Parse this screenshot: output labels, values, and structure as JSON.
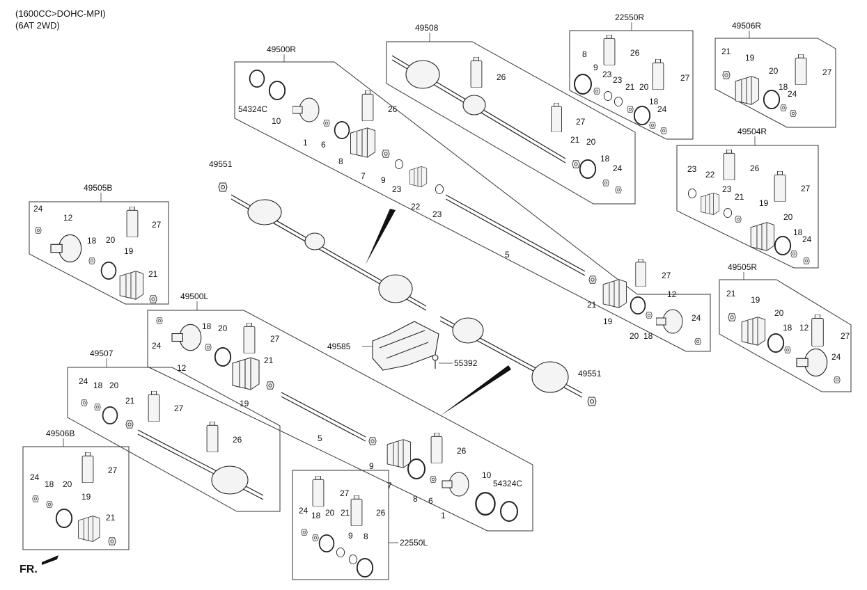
{
  "header": {
    "line1": "(1600CC>DOHC-MPI)",
    "line2": "(6AT 2WD)"
  },
  "direction_label": "FR.",
  "groups": {
    "49500R": "49500R",
    "49508": "49508",
    "22550R": "22550R",
    "49506R": "49506R",
    "49504R": "49504R",
    "49505B": "49505B",
    "49505R": "49505R",
    "49500L": "49500L",
    "49507": "49507",
    "49506B": "49506B",
    "22550L": "22550L"
  },
  "standalone": {
    "nut_top": "49551",
    "nut_bottom": "49551",
    "bracket": "49585",
    "bolt": "55392"
  },
  "labels": [
    {
      "id": "r_54324c",
      "text": "54324C"
    },
    {
      "id": "r_10",
      "text": "10"
    },
    {
      "id": "r_1",
      "text": "1"
    },
    {
      "id": "r_6",
      "text": "6"
    },
    {
      "id": "r_8",
      "text": "8"
    },
    {
      "id": "r_7",
      "text": "7"
    },
    {
      "id": "r_26",
      "text": "26"
    },
    {
      "id": "r_9",
      "text": "9"
    },
    {
      "id": "r_23a",
      "text": "23"
    },
    {
      "id": "r_22",
      "text": "22"
    },
    {
      "id": "r_23b",
      "text": "23"
    },
    {
      "id": "r_5",
      "text": "5"
    },
    {
      "id": "r_21",
      "text": "21"
    },
    {
      "id": "r_19",
      "text": "19"
    },
    {
      "id": "r_27",
      "text": "27"
    },
    {
      "id": "r_20",
      "text": "20"
    },
    {
      "id": "r_18",
      "text": "18"
    },
    {
      "id": "r_12",
      "text": "12"
    },
    {
      "id": "r_24",
      "text": "24"
    },
    {
      "id": "b8_26",
      "text": "26"
    },
    {
      "id": "b8_27",
      "text": "27"
    },
    {
      "id": "b8_21",
      "text": "21"
    },
    {
      "id": "b8_20",
      "text": "20"
    },
    {
      "id": "b8_18",
      "text": "18"
    },
    {
      "id": "b8_24",
      "text": "24"
    },
    {
      "id": "k_26",
      "text": "26"
    },
    {
      "id": "k_8",
      "text": "8"
    },
    {
      "id": "k_9",
      "text": "9"
    },
    {
      "id": "k_23a",
      "text": "23"
    },
    {
      "id": "k_23b",
      "text": "23"
    },
    {
      "id": "k_21",
      "text": "21"
    },
    {
      "id": "k_20",
      "text": "20"
    },
    {
      "id": "k_27",
      "text": "27"
    },
    {
      "id": "k_18",
      "text": "18"
    },
    {
      "id": "k_24",
      "text": "24"
    },
    {
      "id": "s6_21",
      "text": "21"
    },
    {
      "id": "s6_19",
      "text": "19"
    },
    {
      "id": "s6_20",
      "text": "20"
    },
    {
      "id": "s6_27",
      "text": "27"
    },
    {
      "id": "s6_18",
      "text": "18"
    },
    {
      "id": "s6_24",
      "text": "24"
    },
    {
      "id": "s4_23a",
      "text": "23"
    },
    {
      "id": "s4_22",
      "text": "22"
    },
    {
      "id": "s4_26",
      "text": "26"
    },
    {
      "id": "s4_23b",
      "text": "23"
    },
    {
      "id": "s4_21",
      "text": "21"
    },
    {
      "id": "s4_27",
      "text": "27"
    },
    {
      "id": "s4_19",
      "text": "19"
    },
    {
      "id": "s4_20",
      "text": "20"
    },
    {
      "id": "s4_18",
      "text": "18"
    },
    {
      "id": "s4_24",
      "text": "24"
    },
    {
      "id": "b5_24",
      "text": "24"
    },
    {
      "id": "b5_12",
      "text": "12"
    },
    {
      "id": "b5_27",
      "text": "27"
    },
    {
      "id": "b5_18",
      "text": "18"
    },
    {
      "id": "b5_20",
      "text": "20"
    },
    {
      "id": "b5_19",
      "text": "19"
    },
    {
      "id": "b5_21",
      "text": "21"
    },
    {
      "id": "rr_21",
      "text": "21"
    },
    {
      "id": "rr_19",
      "text": "19"
    },
    {
      "id": "rr_20",
      "text": "20"
    },
    {
      "id": "rr_18",
      "text": "18"
    },
    {
      "id": "rr_12",
      "text": "12"
    },
    {
      "id": "rr_27",
      "text": "27"
    },
    {
      "id": "rr_24",
      "text": "24"
    },
    {
      "id": "l_24",
      "text": "24"
    },
    {
      "id": "l_12",
      "text": "12"
    },
    {
      "id": "l_18",
      "text": "18"
    },
    {
      "id": "l_20",
      "text": "20"
    },
    {
      "id": "l_27",
      "text": "27"
    },
    {
      "id": "l_21",
      "text": "21"
    },
    {
      "id": "l_19",
      "text": "19"
    },
    {
      "id": "l_5",
      "text": "5"
    },
    {
      "id": "l_9",
      "text": "9"
    },
    {
      "id": "l_7",
      "text": "7"
    },
    {
      "id": "l_8",
      "text": "8"
    },
    {
      "id": "l_26",
      "text": "26"
    },
    {
      "id": "l_6",
      "text": "6"
    },
    {
      "id": "l_1",
      "text": "1"
    },
    {
      "id": "l_10",
      "text": "10"
    },
    {
      "id": "l_54324c",
      "text": "54324C"
    },
    {
      "id": "b7_24",
      "text": "24"
    },
    {
      "id": "b7_18",
      "text": "18"
    },
    {
      "id": "b7_20",
      "text": "20"
    },
    {
      "id": "b7_21",
      "text": "21"
    },
    {
      "id": "b7_27",
      "text": "27"
    },
    {
      "id": "b7_26",
      "text": "26"
    },
    {
      "id": "b6_27",
      "text": "27"
    },
    {
      "id": "b6_24",
      "text": "24"
    },
    {
      "id": "b6_18",
      "text": "18"
    },
    {
      "id": "b6_20",
      "text": "20"
    },
    {
      "id": "b6_19",
      "text": "19"
    },
    {
      "id": "b6_21",
      "text": "21"
    },
    {
      "id": "kl_27",
      "text": "27"
    },
    {
      "id": "kl_26",
      "text": "26"
    },
    {
      "id": "kl_24",
      "text": "24"
    },
    {
      "id": "kl_18",
      "text": "18"
    },
    {
      "id": "kl_20",
      "text": "20"
    },
    {
      "id": "kl_21",
      "text": "21"
    },
    {
      "id": "kl_9",
      "text": "9"
    },
    {
      "id": "kl_8",
      "text": "8"
    }
  ]
}
